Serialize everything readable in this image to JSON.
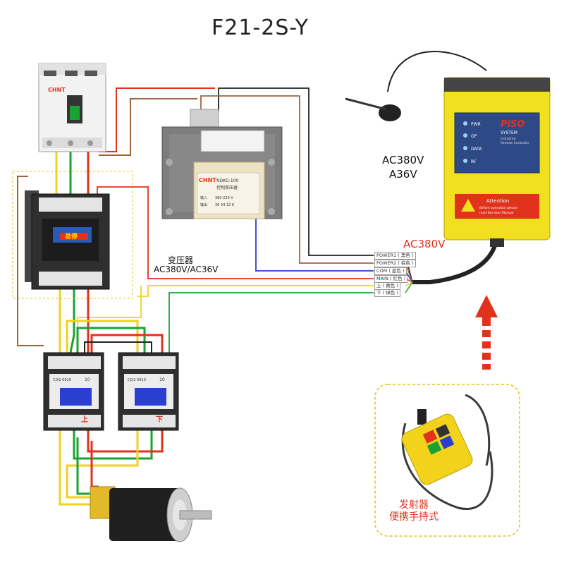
{
  "title": "F21-2S-Y",
  "receiver": {
    "brand": "PiSO",
    "system": "SYSTEM",
    "sub1": "Industrial",
    "sub2": "Remote Controller",
    "leds": [
      "PWR",
      "OP",
      "DATA",
      "RF"
    ],
    "warning_title": "Attention",
    "warning_text1": "Before operation please",
    "warning_text2": "read the User Manual",
    "voltage_line1": "AC380V",
    "voltage_line2": "A36V",
    "input_voltage": "AC380V"
  },
  "transformer": {
    "brand": "CHNT",
    "model": "NDKG-100",
    "model_cn": "控制变压器",
    "row1a": "输入",
    "row1b": "380 220 V",
    "row2a": "输出",
    "row2b": "36  24 12  6",
    "label_cn": "变压器",
    "label_voltage": "AC380V/AC36V"
  },
  "main_contactor_label": "总停",
  "breaker_brand": "CHNT",
  "terminals": [
    "POWER1 ( 黑色 )",
    "POWER2 ( 棕色 )",
    "COM ( 蓝色 )",
    "MAIN ( 红色 )",
    "上 ( 黄色 )",
    "下 ( 绿色 )"
  ],
  "contactor_up": {
    "model": "CJX2 0910",
    "num": "10",
    "label": "上"
  },
  "contactor_down": {
    "model": "CJX2 0910",
    "num": "10",
    "label": "下"
  },
  "transmitter": {
    "label1": "发射器",
    "label2": "便携手持式"
  },
  "colors": {
    "yellow": "#f2d21b",
    "red": "#e0321c",
    "green": "#1aa332",
    "black": "#222222",
    "brown": "#a0643c",
    "blue": "#2a3fd0",
    "accent": "#e0321c"
  }
}
